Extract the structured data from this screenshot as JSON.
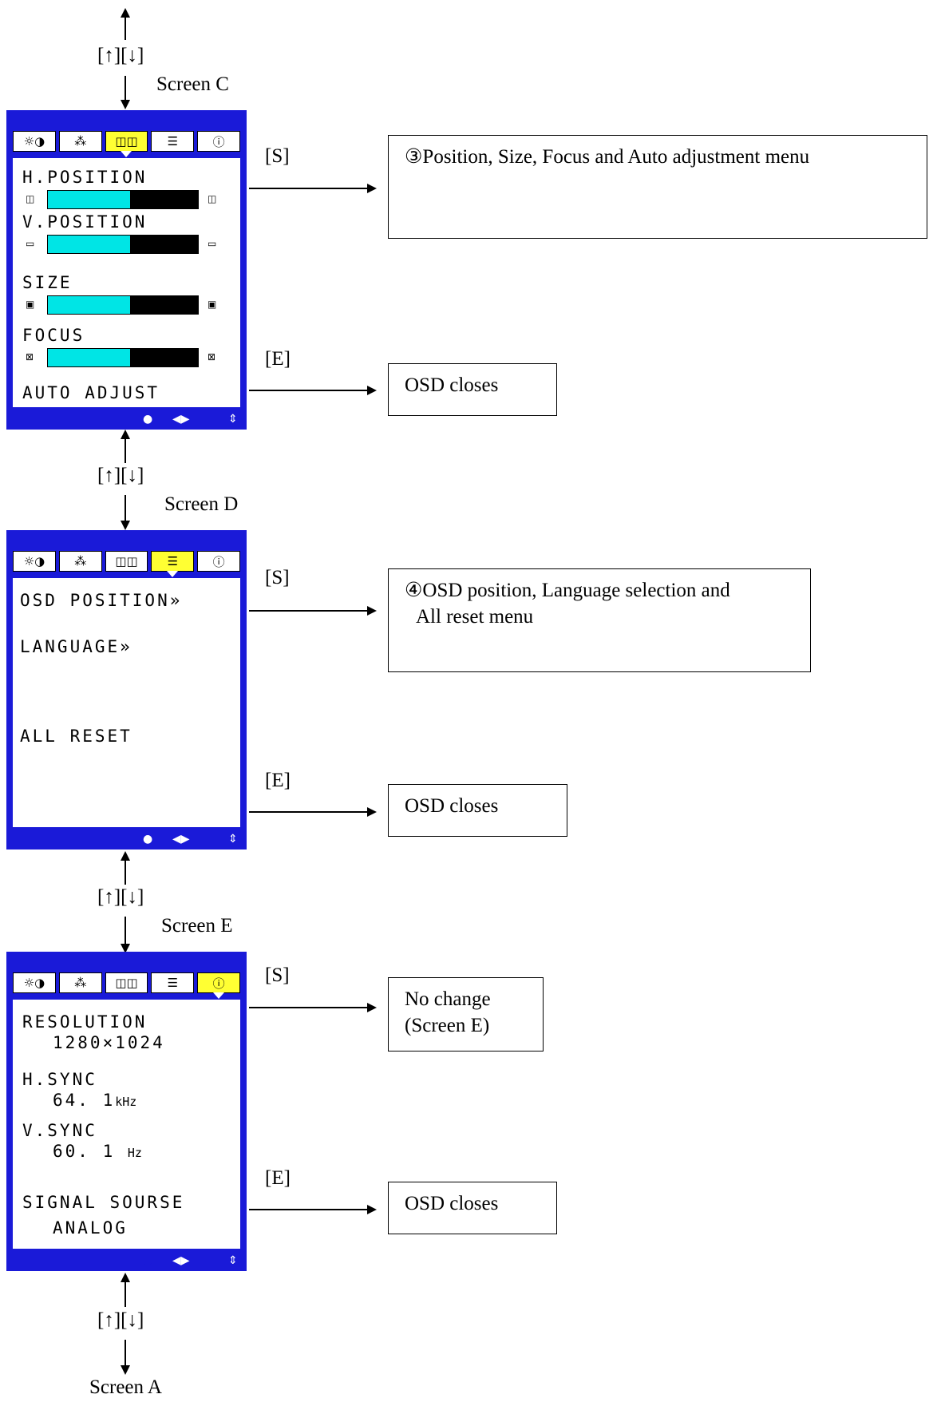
{
  "nav_label": "[↑][↓]",
  "screen_names": {
    "c": "Screen C",
    "d": "Screen D",
    "e": "Screen E",
    "a": "Screen A"
  },
  "keys": {
    "s": "[S]",
    "e": "[E]"
  },
  "tabs": [
    {
      "icon": "brightness-contrast-icon",
      "glyph": "☼◑"
    },
    {
      "icon": "color-icon",
      "glyph": "⁂"
    },
    {
      "icon": "position-size-icon",
      "glyph": "◫◫"
    },
    {
      "icon": "settings-icon",
      "glyph": "☰"
    },
    {
      "icon": "info-icon",
      "glyph": "ⓘ"
    }
  ],
  "footer_icons": {
    "dot": "●",
    "arrows": "◀▶",
    "updown": "⇕"
  },
  "screen_c": {
    "active_tab": 2,
    "items": [
      {
        "label": "H.POSITION",
        "level": 0.55
      },
      {
        "label": "V.POSITION",
        "level": 0.55
      },
      {
        "label": "SIZE",
        "level": 0.55
      },
      {
        "label": "FOCUS",
        "level": 0.55
      }
    ],
    "auto_adjust": "AUTO  ADJUST",
    "s_result": "③Position, Size, Focus and Auto adjustment menu",
    "e_result": "OSD closes"
  },
  "screen_d": {
    "active_tab": 3,
    "osd_position": "OSD  POSITION»",
    "language": "LANGUAGE»",
    "all_reset": "ALL  RESET",
    "s_result_line1": "④OSD position, Language selection and",
    "s_result_line2": "All reset menu",
    "e_result": "OSD closes"
  },
  "screen_e": {
    "active_tab": 4,
    "resolution_label": "RESOLUTION",
    "resolution_value": "1280×1024",
    "hsync_label": "H.SYNC",
    "hsync_value": "64. 1",
    "hsync_unit": "kHz",
    "vsync_label": "V.SYNC",
    "vsync_value": "60. 1",
    "vsync_unit": "Hz",
    "signal_label": "SIGNAL  SOURSE",
    "signal_value": "ANALOG",
    "s_result_line1": "No change",
    "s_result_line2": "(Screen E)",
    "e_result": "OSD closes"
  }
}
